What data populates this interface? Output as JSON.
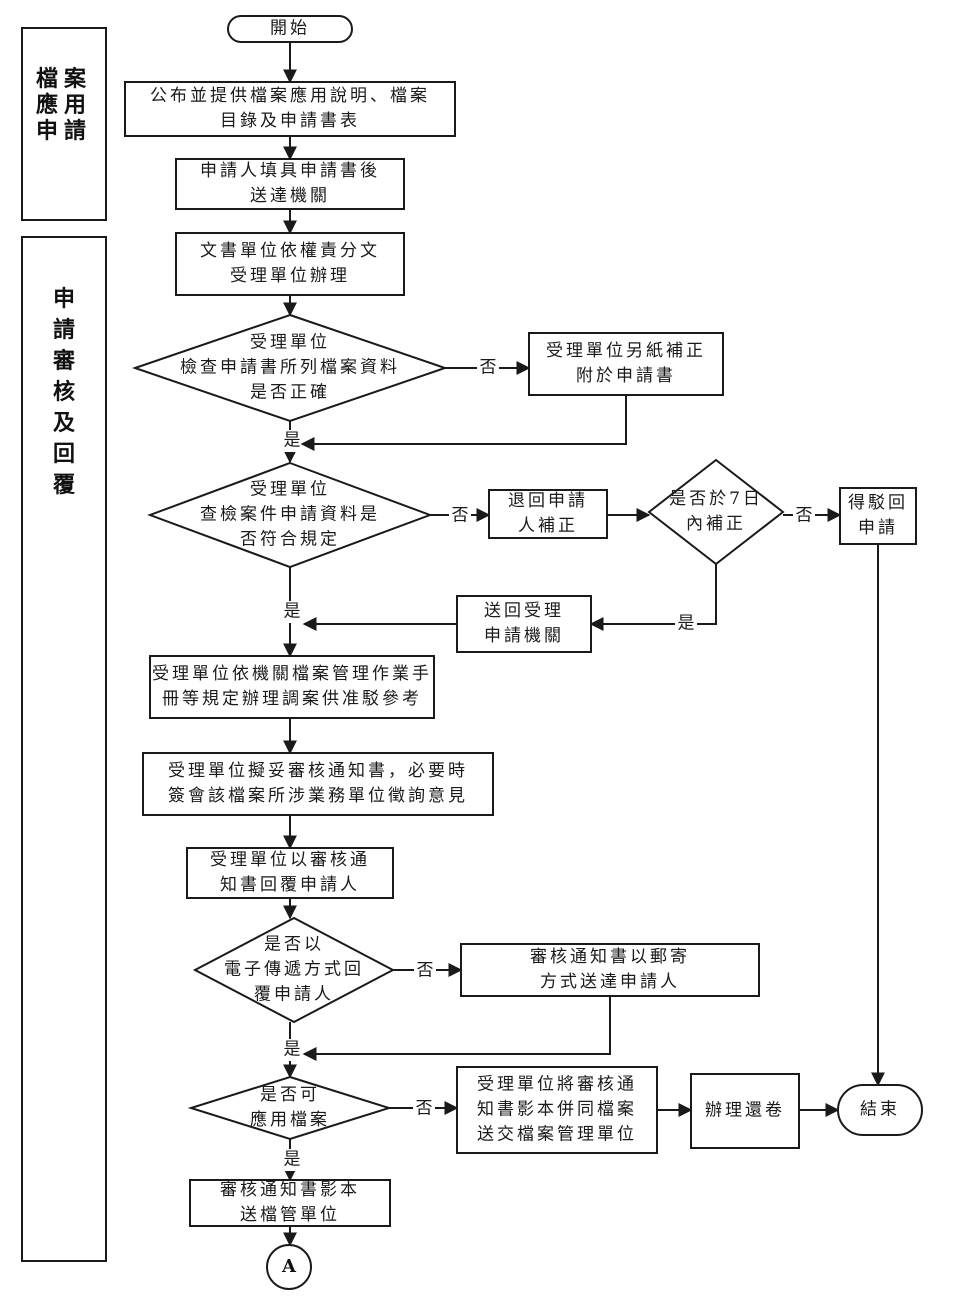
{
  "lanes": [
    {
      "id": "lane-apply",
      "label": [
        "檔案",
        "應用",
        "申請"
      ]
    },
    {
      "id": "lane-review",
      "label": [
        "申",
        "請",
        "審",
        "核",
        "及",
        "回",
        "覆"
      ]
    }
  ],
  "nodes": {
    "start": {
      "type": "terminal",
      "lines": [
        "開始"
      ]
    },
    "publish": {
      "type": "process",
      "lines": [
        "公布並提供檔案應用說明、檔案",
        "目錄及申請書表"
      ]
    },
    "submit": {
      "type": "process",
      "lines": [
        "申請人填具申請書後",
        "送達機關"
      ]
    },
    "dispatch": {
      "type": "process",
      "lines": [
        "文書單位依權責分文",
        "受理單位辦理"
      ]
    },
    "check_correct": {
      "type": "decision",
      "lines": [
        "受理單位",
        "檢查申請書所列檔案資料",
        "是否正確"
      ]
    },
    "correct_attach": {
      "type": "process",
      "lines": [
        "受理單位另紙補正",
        "附於申請書"
      ]
    },
    "check_rules": {
      "type": "decision",
      "lines": [
        "受理單位",
        "查檢案件申請資料是",
        "否符合規定"
      ]
    },
    "return_applicant": {
      "type": "process",
      "lines": [
        "退回申請",
        "人補正"
      ]
    },
    "within_7days": {
      "type": "decision",
      "lines": [
        "是否於7日",
        "內補正"
      ]
    },
    "reject": {
      "type": "process",
      "lines": [
        "得駁回",
        "申請"
      ]
    },
    "send_back": {
      "type": "process",
      "lines": [
        "送回受理",
        "申請機關"
      ]
    },
    "handle_per_manual": {
      "type": "process",
      "lines": [
        "受理單位依機關檔案管理作業手",
        "冊等規定辦理調案供准駁參考"
      ]
    },
    "draft_notice": {
      "type": "process",
      "lines": [
        "受理單位擬妥審核通知書，必要時",
        "簽會該檔案所涉業務單位徵詢意見"
      ]
    },
    "reply_notice": {
      "type": "process",
      "lines": [
        "受理單位以審核通",
        "知書回覆申請人"
      ]
    },
    "electronic_reply": {
      "type": "decision",
      "lines": [
        "是否以",
        "電子傳遞方式回",
        "覆申請人"
      ]
    },
    "mail_notice": {
      "type": "process",
      "lines": [
        "審核通知書以郵寄",
        "方式送達申請人"
      ]
    },
    "can_apply": {
      "type": "decision",
      "lines": [
        "是否可",
        "應用檔案"
      ]
    },
    "send_copy_archive": {
      "type": "process",
      "lines": [
        "受理單位將審核通",
        "知書影本併同檔案",
        "送交檔案管理單位"
      ]
    },
    "return_volume": {
      "type": "process",
      "lines": [
        "辦理還卷"
      ]
    },
    "end": {
      "type": "terminal",
      "lines": [
        "結束"
      ]
    },
    "notice_copy": {
      "type": "process",
      "lines": [
        "審核通知書影本",
        "送檔管單位"
      ]
    },
    "connector_a": {
      "type": "connector",
      "lines": [
        "A"
      ]
    }
  },
  "edges": [
    {
      "from": "start",
      "to": "publish",
      "label": ""
    },
    {
      "from": "publish",
      "to": "submit",
      "label": ""
    },
    {
      "from": "submit",
      "to": "dispatch",
      "label": ""
    },
    {
      "from": "dispatch",
      "to": "check_correct",
      "label": ""
    },
    {
      "from": "check_correct",
      "to": "correct_attach",
      "label": "否"
    },
    {
      "from": "check_correct",
      "to": "check_rules",
      "label": "是"
    },
    {
      "from": "correct_attach",
      "to": "check_rules",
      "label": ""
    },
    {
      "from": "check_rules",
      "to": "return_applicant",
      "label": "否"
    },
    {
      "from": "return_applicant",
      "to": "within_7days",
      "label": ""
    },
    {
      "from": "within_7days",
      "to": "reject",
      "label": "否"
    },
    {
      "from": "within_7days",
      "to": "send_back",
      "label": "是"
    },
    {
      "from": "check_rules",
      "to": "handle_per_manual",
      "label": "是"
    },
    {
      "from": "send_back",
      "to": "handle_per_manual",
      "label": ""
    },
    {
      "from": "reject",
      "to": "end",
      "label": ""
    },
    {
      "from": "handle_per_manual",
      "to": "draft_notice",
      "label": ""
    },
    {
      "from": "draft_notice",
      "to": "reply_notice",
      "label": ""
    },
    {
      "from": "reply_notice",
      "to": "electronic_reply",
      "label": ""
    },
    {
      "from": "electronic_reply",
      "to": "mail_notice",
      "label": "否"
    },
    {
      "from": "electronic_reply",
      "to": "can_apply",
      "label": "是"
    },
    {
      "from": "mail_notice",
      "to": "can_apply",
      "label": ""
    },
    {
      "from": "can_apply",
      "to": "send_copy_archive",
      "label": "否"
    },
    {
      "from": "send_copy_archive",
      "to": "return_volume",
      "label": ""
    },
    {
      "from": "return_volume",
      "to": "end",
      "label": ""
    },
    {
      "from": "can_apply",
      "to": "notice_copy",
      "label": "是"
    },
    {
      "from": "notice_copy",
      "to": "connector_a",
      "label": ""
    }
  ],
  "labels": {
    "yes": "是",
    "no": "否"
  }
}
